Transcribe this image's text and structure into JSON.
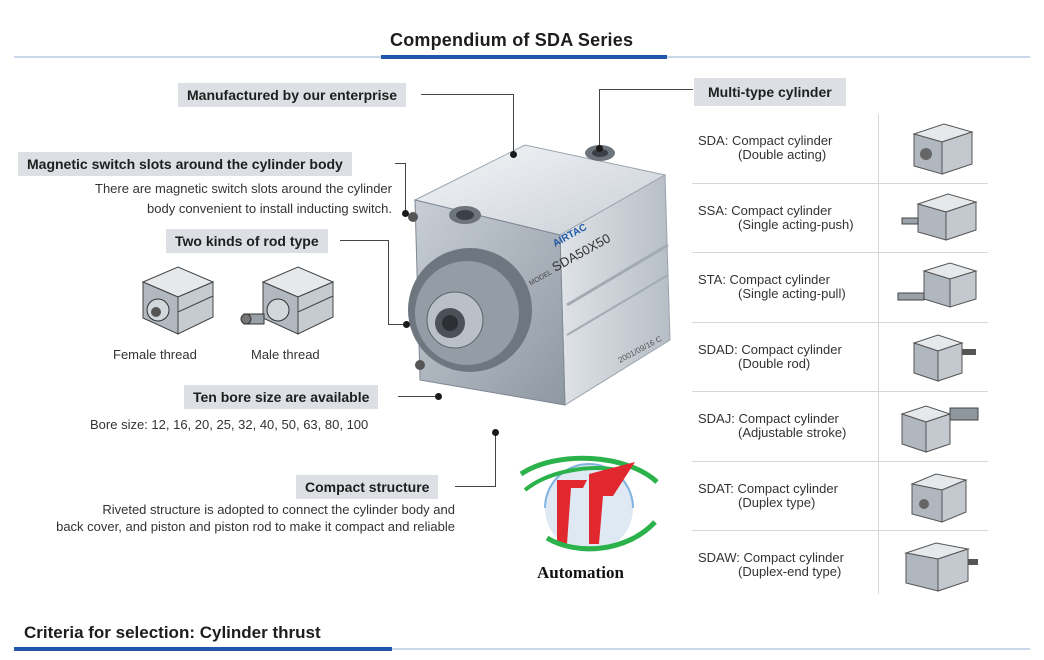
{
  "header": {
    "title": "Compendium of SDA Series"
  },
  "labels": {
    "manufactured": "Manufactured by our enterprise",
    "magnetic": "Magnetic switch slots around the cylinder body",
    "magnetic_desc_1": "There are magnetic switch slots around the cylinder",
    "magnetic_desc_2": "body convenient to install inducting switch.",
    "rod_type": "Two kinds of rod type",
    "female": "Female thread",
    "male": "Male thread",
    "bore": "Ten bore size are available",
    "bore_desc": "Bore size: 12, 16, 20, 25, 32, 40, 50, 63, 80, 100",
    "compact": "Compact structure",
    "compact_desc_1": "Riveted structure is adopted to connect the cylinder body and",
    "compact_desc_2": "back cover, and piston and piston rod to make it compact and reliable"
  },
  "cylinder": {
    "brand": "AIRTAC",
    "model_tag": "MODEL",
    "model": "SDA50X50",
    "date": "2001/09/16 C"
  },
  "multi_type": {
    "title": "Multi-type cylinder",
    "rows": [
      {
        "line1": "SDA: Compact cylinder",
        "line2": "(Double acting)"
      },
      {
        "line1": "SSA: Compact cylinder",
        "line2": "(Single acting-push)"
      },
      {
        "line1": "STA: Compact cylinder",
        "line2": "(Single acting-pull)"
      },
      {
        "line1": "SDAD: Compact cylinder",
        "line2": "(Double rod)"
      },
      {
        "line1": "SDAJ: Compact cylinder",
        "line2": "(Adjustable stroke)"
      },
      {
        "line1": "SDAT: Compact cylinder",
        "line2": "(Duplex type)"
      },
      {
        "line1": "SDAW: Compact cylinder",
        "line2": "(Duplex-end type)"
      }
    ]
  },
  "logo": {
    "text": "Automation"
  },
  "footer": {
    "title": "Criteria for selection: Cylinder thrust"
  },
  "colors": {
    "accent_blue": "#1f58a8",
    "label_bg": "#dcdfe3",
    "logo_red": "#e0282e",
    "logo_green": "#2bb24a"
  }
}
